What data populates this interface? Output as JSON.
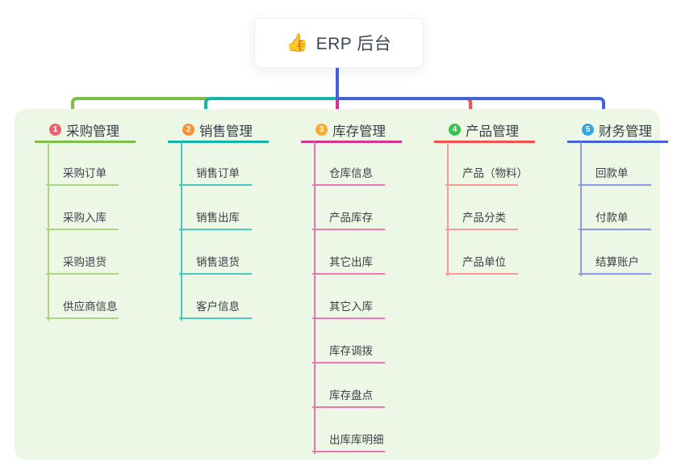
{
  "root": {
    "icon": "👍",
    "label": "ERP 后台"
  },
  "panel_bg": "#ecf7e6",
  "branches": [
    {
      "badge": "1",
      "title": "采购管理",
      "colors": {
        "badge": "#f4606d",
        "main": "#7cc04a",
        "light": "#a9d785"
      },
      "children": [
        "采购订单",
        "采购入库",
        "采购退货",
        "供应商信息"
      ]
    },
    {
      "badge": "2",
      "title": "销售管理",
      "colors": {
        "badge": "#fc9136",
        "main": "#17b3a6",
        "light": "#4cc6ba"
      },
      "children": [
        "销售订单",
        "销售出库",
        "销售退货",
        "客户信息"
      ]
    },
    {
      "badge": "3",
      "title": "库存管理",
      "colors": {
        "badge": "#fbaa2a",
        "main": "#d3368e",
        "light": "#ee74b4"
      },
      "children": [
        "仓库信息",
        "产品库存",
        "其它出库",
        "其它入库",
        "库存调拨",
        "库存盘点",
        "出库库明细"
      ]
    },
    {
      "badge": "4",
      "title": "产品管理",
      "colors": {
        "badge": "#38c24f",
        "main": "#f4504e",
        "light": "#f79b96"
      },
      "children": [
        "产品（物料）",
        "产品分类",
        "产品单位"
      ]
    },
    {
      "badge": "5",
      "title": "财务管理",
      "colors": {
        "badge": "#33a6ea",
        "main": "#4662d9",
        "light": "#8a9ce5"
      },
      "children": [
        "回款单",
        "付款单",
        "结算账户"
      ]
    }
  ]
}
